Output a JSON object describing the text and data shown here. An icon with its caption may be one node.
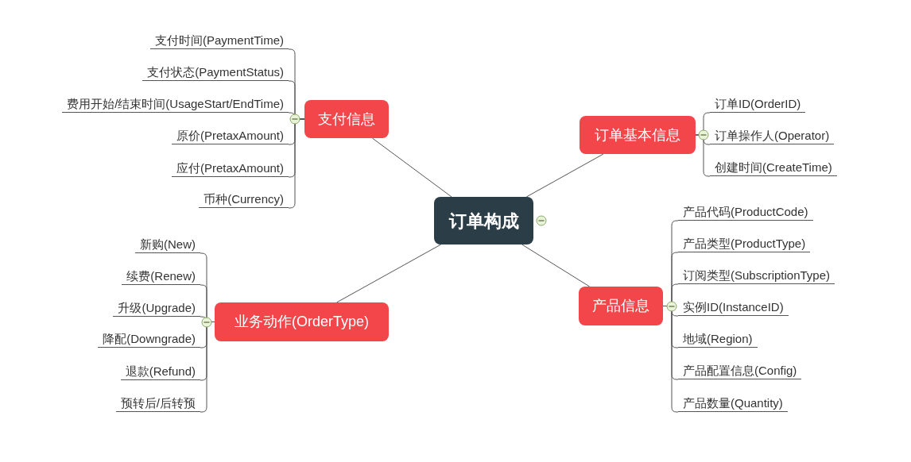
{
  "diagram": {
    "nodes": [
      {
        "text": [
          "订单构成"
        ]
      },
      {
        "text": [
          "支付信息"
        ]
      },
      {
        "text": [
          "支付时间(PaymentTime)"
        ]
      },
      {
        "text": [
          "支付状态(PaymentStatus)"
        ]
      },
      {
        "text": [
          "费用开始/结束时间(UsageStart/EndTime)"
        ]
      },
      {
        "text": [
          "原价(PretaxAmount)"
        ]
      },
      {
        "text": [
          "应付(PretaxAmount)"
        ]
      },
      {
        "text": [
          "币种(Currency)"
        ]
      },
      {
        "text": [
          "订单基本信息"
        ]
      },
      {
        "text": [
          "订单ID(OrderID)"
        ]
      },
      {
        "text": [
          "订单操作人(Operator)"
        ]
      },
      {
        "text": [
          "创建时间(CreateTime)"
        ]
      },
      {
        "text": [
          "业务动作(OrderType)"
        ]
      },
      {
        "text": [
          "新购(New)"
        ]
      },
      {
        "text": [
          "续费(Renew)"
        ]
      },
      {
        "text": [
          "升级(Upgrade)"
        ]
      },
      {
        "text": [
          "降配(Downgrade)"
        ]
      },
      {
        "text": [
          "退款(Refund)"
        ]
      },
      {
        "text": [
          "预转后/后转预"
        ]
      },
      {
        "text": [
          "产品信息"
        ]
      },
      {
        "text": [
          "产品代码(ProductCode)"
        ]
      },
      {
        "text": [
          "产品类型(ProductType)"
        ]
      },
      {
        "text": [
          "订阅类型(SubscriptionType)"
        ]
      },
      {
        "text": [
          "实例ID(InstanceID)"
        ]
      },
      {
        "text": [
          "地域(Region)"
        ]
      },
      {
        "text": [
          "产品配置信息(Config)"
        ]
      },
      {
        "text": [
          "产品数量(Quantity)"
        ]
      }
    ],
    "edges": [
      {
        "from": 0,
        "to": 1,
        "arrow": "none"
      },
      {
        "from": 0,
        "to": 8,
        "arrow": "none"
      },
      {
        "from": 0,
        "to": 12,
        "arrow": "none"
      },
      {
        "from": 0,
        "to": 19,
        "arrow": "none"
      },
      {
        "from": 1,
        "to": 2,
        "arrow": "none"
      },
      {
        "from": 1,
        "to": 3,
        "arrow": "none"
      },
      {
        "from": 1,
        "to": 4,
        "arrow": "none"
      },
      {
        "from": 1,
        "to": 5,
        "arrow": "none"
      },
      {
        "from": 1,
        "to": 6,
        "arrow": "none"
      },
      {
        "from": 1,
        "to": 7,
        "arrow": "none"
      },
      {
        "from": 8,
        "to": 9,
        "arrow": "none"
      },
      {
        "from": 8,
        "to": 10,
        "arrow": "none"
      },
      {
        "from": 8,
        "to": 11,
        "arrow": "none"
      },
      {
        "from": 12,
        "to": 13,
        "arrow": "none"
      },
      {
        "from": 12,
        "to": 14,
        "arrow": "none"
      },
      {
        "from": 12,
        "to": 15,
        "arrow": "none"
      },
      {
        "from": 12,
        "to": 16,
        "arrow": "none"
      },
      {
        "from": 12,
        "to": 17,
        "arrow": "none"
      },
      {
        "from": 12,
        "to": 18,
        "arrow": "none"
      },
      {
        "from": 19,
        "to": 20,
        "arrow": "none"
      },
      {
        "from": 19,
        "to": 21,
        "arrow": "none"
      },
      {
        "from": 19,
        "to": 22,
        "arrow": "none"
      },
      {
        "from": 19,
        "to": 23,
        "arrow": "none"
      },
      {
        "from": 19,
        "to": 24,
        "arrow": "none"
      },
      {
        "from": 19,
        "to": 25,
        "arrow": "none"
      },
      {
        "from": 19,
        "to": 26,
        "arrow": "none"
      }
    ]
  }
}
